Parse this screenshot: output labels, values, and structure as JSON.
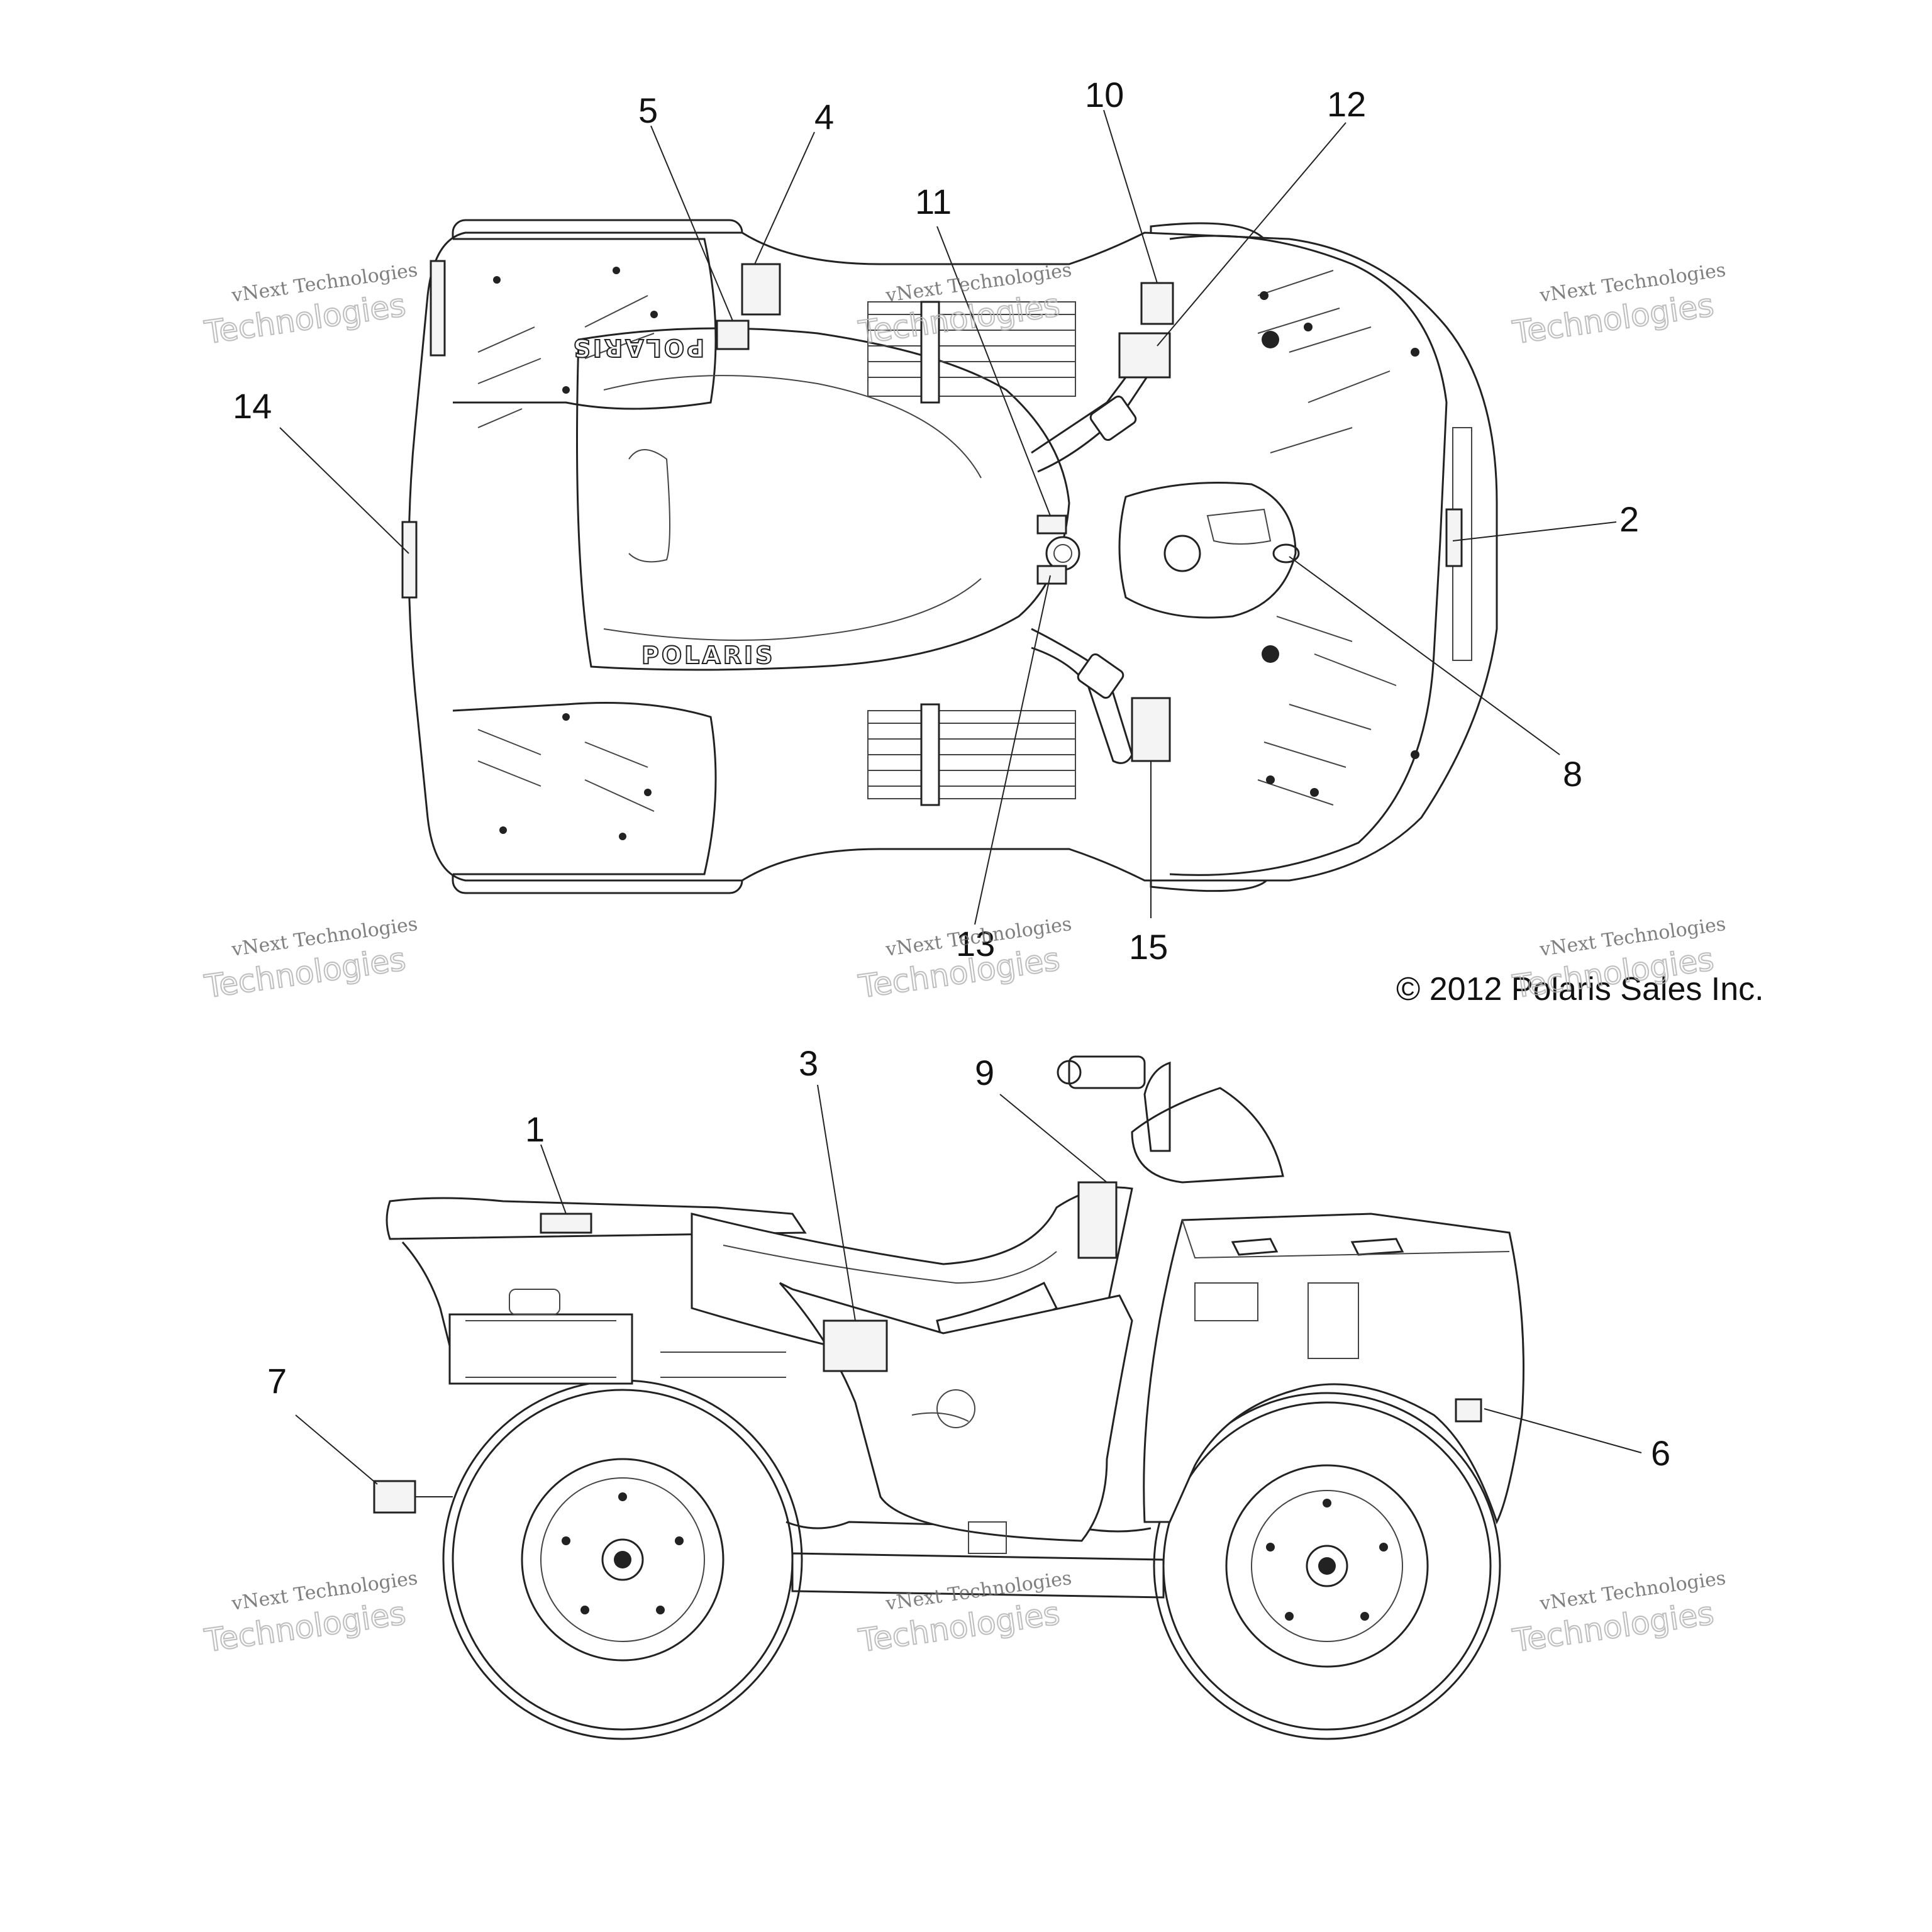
{
  "callouts": {
    "c1": "1",
    "c2": "2",
    "c3": "3",
    "c4": "4",
    "c5": "5",
    "c6": "6",
    "c7": "7",
    "c8": "8",
    "c9": "9",
    "c10": "10",
    "c11": "11",
    "c12": "12",
    "c13": "13",
    "c14": "14",
    "c15": "15"
  },
  "copyright": "© 2012 Polaris Sales Inc.",
  "brand_text": "POLARIS",
  "watermark": {
    "line1": "vNext Technologies",
    "line2": "Technologies",
    "top": "vNext"
  }
}
